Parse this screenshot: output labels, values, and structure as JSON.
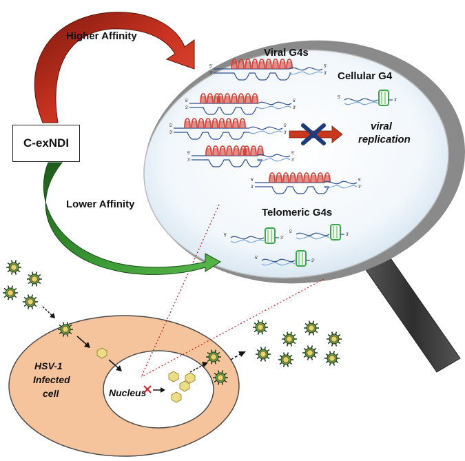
{
  "labels": {
    "higher_affinity": "Higher Affinity",
    "lower_affinity": "Lower Affinity",
    "compound": "C-exNDI",
    "viral_g4s": "Viral G4s",
    "cellular_g4": "Cellular G4",
    "telomeric_g4s": "Telomeric G4s",
    "viral_replication_line1": "viral",
    "viral_replication_line2": "replication",
    "cell_line1": "HSV-1",
    "cell_line2": "Infected",
    "cell_line3": "cell",
    "nucleus": "Nucleus"
  },
  "strand_ends": {
    "five": "5'",
    "three": "3'"
  },
  "colors": {
    "higher_arrow": "#b22a1c",
    "lower_arrow": "#2f8a2a",
    "viral_loop": "#d0463c",
    "cellular_loop": "#3aa64a",
    "dna_strand": "#2c4e8c",
    "cell_body": "#f6c49c",
    "lens_fill": "#e6f0f8",
    "lens_rim": "#8c8c8c",
    "handle": "#3c3c3c",
    "block_x": "#1e3a78",
    "block_arrow": "#c8381c",
    "virion_spike": "#1f3d1a",
    "virion_body": "#6a9a4a"
  }
}
